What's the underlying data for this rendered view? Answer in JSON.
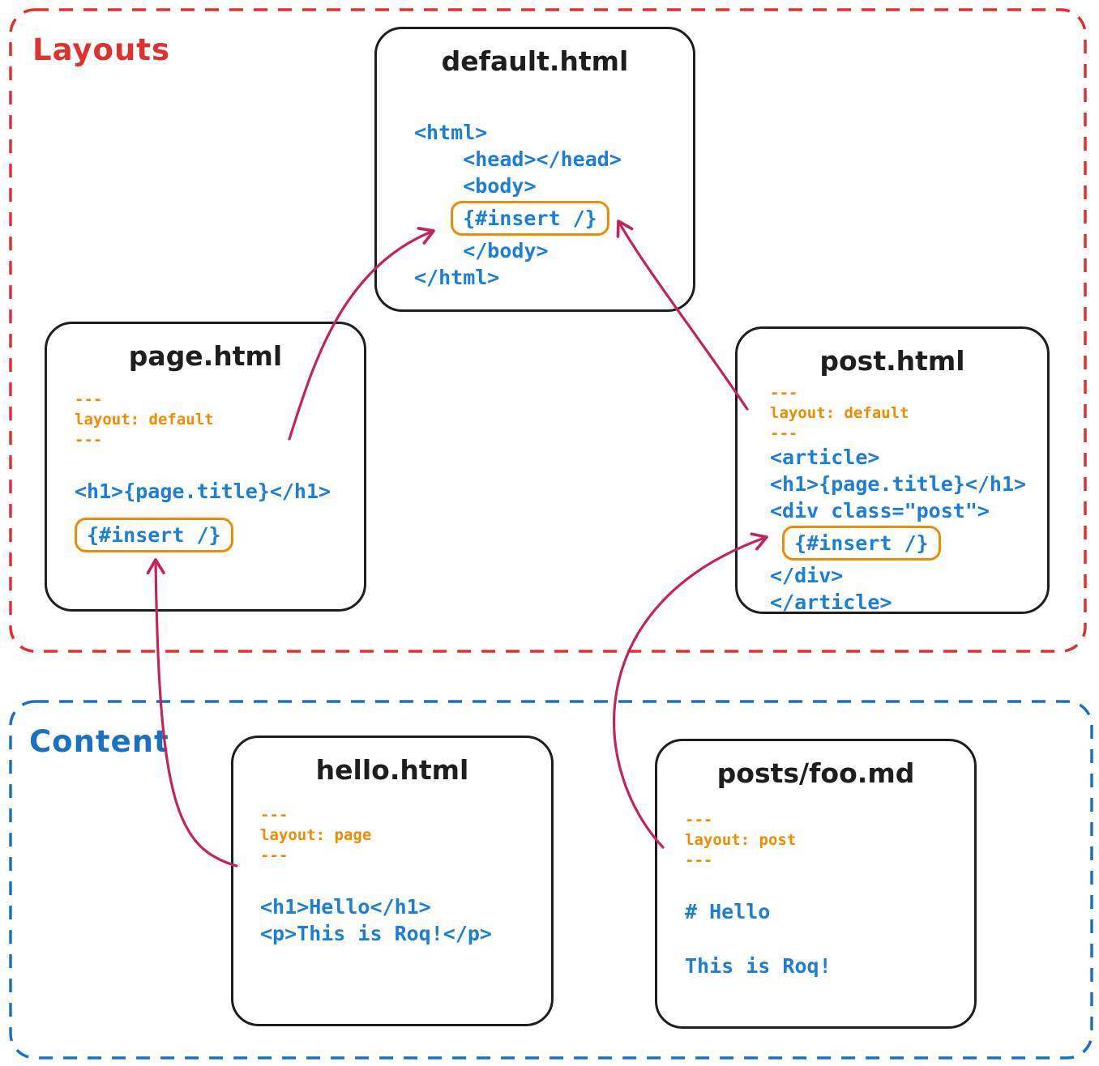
{
  "regions": {
    "layouts": {
      "label": "Layouts"
    },
    "content": {
      "label": "Content"
    }
  },
  "cards": {
    "default_html": {
      "title": "default.html",
      "lines": [
        {
          "text": "<html>"
        },
        {
          "text": "<head></head>",
          "indent": 4
        },
        {
          "text": "<body>",
          "indent": 4
        },
        {
          "text": "{#insert /}",
          "indent": 3,
          "highlight": true
        },
        {
          "text": "</body>",
          "indent": 4
        },
        {
          "text": "</html>"
        }
      ]
    },
    "page_html": {
      "title": "page.html",
      "lines": [
        {
          "text": "---",
          "type": "frontmatter"
        },
        {
          "text": "layout: default",
          "type": "frontmatter"
        },
        {
          "text": "---",
          "type": "frontmatter"
        },
        {
          "type": "blank"
        },
        {
          "text": "<h1>{page.title}</h1>"
        },
        {
          "type": "blank-small"
        },
        {
          "text": "{#insert /}",
          "highlight": true
        }
      ]
    },
    "post_html": {
      "title": "post.html",
      "lines": [
        {
          "text": "---",
          "type": "frontmatter"
        },
        {
          "text": "layout: default",
          "type": "frontmatter"
        },
        {
          "text": "---",
          "type": "frontmatter"
        },
        {
          "text": "<article>"
        },
        {
          "text": "<h1>{page.title}</h1>"
        },
        {
          "text": "<div class=\"post\">"
        },
        {
          "text": "{#insert /}",
          "indent": 1,
          "highlight": true
        },
        {
          "text": "</div>"
        },
        {
          "text": "</article>"
        }
      ]
    },
    "hello_html": {
      "title": "hello.html",
      "lines": [
        {
          "text": "---",
          "type": "frontmatter"
        },
        {
          "text": "layout: page",
          "type": "frontmatter"
        },
        {
          "text": "---",
          "type": "frontmatter"
        },
        {
          "type": "blank"
        },
        {
          "text": "<h1>Hello</h1>"
        },
        {
          "text": "<p>This is Roq!</p>"
        }
      ]
    },
    "posts_foo_md": {
      "title": "posts/foo.md",
      "lines": [
        {
          "text": "---",
          "type": "frontmatter"
        },
        {
          "text": "layout: post",
          "type": "frontmatter"
        },
        {
          "text": "---",
          "type": "frontmatter"
        },
        {
          "type": "blank"
        },
        {
          "text": "# Hello"
        },
        {
          "type": "blank"
        },
        {
          "text": "This is Roq!"
        }
      ]
    }
  },
  "colors": {
    "layouts": "#e03131",
    "content": "#1971c2",
    "code": "#1c7ed6",
    "frontmatter": "#f08c00",
    "highlight": "#f08c00",
    "arrow": "#c2255c",
    "ink": "#1e1e1e"
  }
}
